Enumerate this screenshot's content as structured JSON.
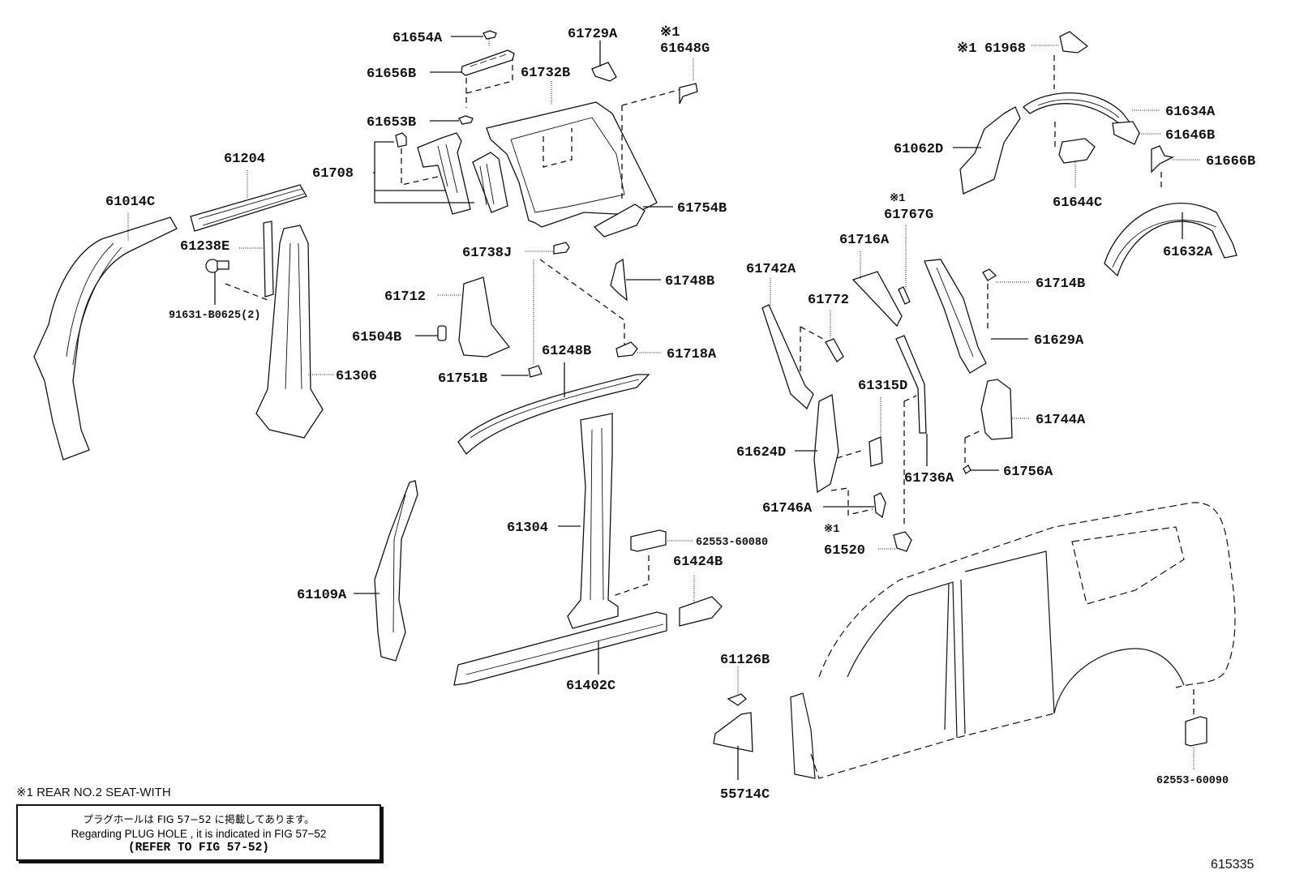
{
  "diagram": {
    "type": "exploded parts diagram",
    "subject": "Side member / body side panel (vehicle body)",
    "figure_number": "615335",
    "footnote_marker": "※1",
    "footnote_text": "※1  REAR NO.2 SEAT-WITH",
    "note_box": {
      "japanese": "プラグホールは FIG  57−52 に掲載してあります。",
      "english": "Regarding  PLUG  HOLE , it is indicated in FIG  57−52",
      "reference": "(REFER TO FIG 57-52)"
    },
    "part_labels": {
      "p61654A": "61654A",
      "p61656B": "61656B",
      "p61653B": "61653B",
      "p61729A": "61729A",
      "p61648G": "61648G",
      "p61648G_note": "※1",
      "p61732B": "61732B",
      "p61708": "61708",
      "p61204": "61204",
      "p61014C": "61014C",
      "p61238E": "61238E",
      "p91631": "91631-B0625(2)",
      "p61306": "61306",
      "p61754B": "61754B",
      "p61738J": "61738J",
      "p61712": "61712",
      "p61504B": "61504B",
      "p61748B": "61748B",
      "p61718A": "61718A",
      "p61248B": "61248B",
      "p61751B": "61751B",
      "p61109A": "61109A",
      "p61304": "61304",
      "p62553_60080": "62553-60080",
      "p61424B": "61424B",
      "p61402C": "61402C",
      "p61126B": "61126B",
      "p55714C": "55714C",
      "p61968": "61968",
      "p61968_note": "※1",
      "p61634A": "61634A",
      "p61646B": "61646B",
      "p61062D": "61062D",
      "p61666B": "61666B",
      "p61644C": "61644C",
      "p61632A": "61632A",
      "p61767G": "61767G",
      "p61767G_note": "※1",
      "p61716A": "61716A",
      "p61742A": "61742A",
      "p61772": "61772",
      "p61714B": "61714B",
      "p61629A": "61629A",
      "p61315D": "61315D",
      "p61744A": "61744A",
      "p61624D": "61624D",
      "p61736A": "61736A",
      "p61756A": "61756A",
      "p61746A": "61746A",
      "p61520": "61520",
      "p61520_note": "※1",
      "p62553_60090": "62553-60090"
    }
  }
}
